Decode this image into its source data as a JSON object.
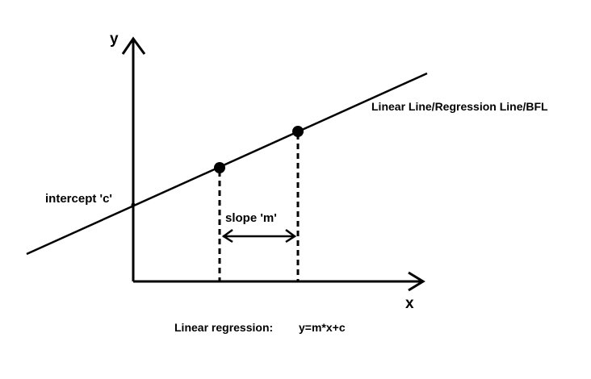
{
  "labels": {
    "y_axis": "y",
    "x_axis": "x",
    "intercept": "intercept 'c'",
    "slope": "slope 'm'",
    "line": "Linear Line/Regression Line/BFL",
    "caption_prefix": "Linear regression:",
    "caption_formula": "y=m*x+c"
  },
  "colors": {
    "ink": "#000000",
    "background": "#ffffff"
  }
}
